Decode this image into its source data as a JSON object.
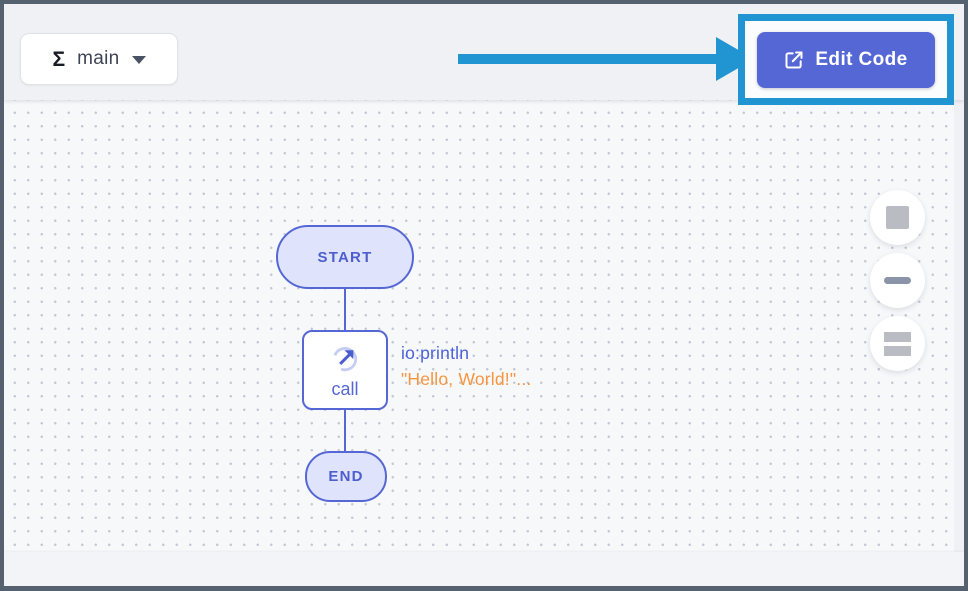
{
  "colors": {
    "accent_indigo": "#5567d5",
    "highlight_blue": "#2095d2",
    "node_fill_lavender": "#dfe3fb",
    "expression_orange": "#f7953f",
    "expression_blue": "#4c62d8",
    "topbar_bg": "#eff1f4",
    "canvas_bg": "#f7f8fa",
    "frame_border": "#55616e"
  },
  "toolbar": {
    "function_selector": {
      "sigma": "Σ",
      "label": "main",
      "caret_icon": "chevron-down-icon"
    },
    "edit_code": {
      "label": "Edit Code",
      "icon": "external-link-icon"
    }
  },
  "annotation": {
    "shape": "arrow",
    "description": "thick blue arrow pointing right at the Edit Code button",
    "color": "#2095d2"
  },
  "diagram": {
    "nodes": [
      {
        "id": "start",
        "type": "start",
        "label": "START"
      },
      {
        "id": "call",
        "type": "call",
        "label": "call",
        "icon": "call-icon",
        "expression": {
          "function": "io:println",
          "arguments": "\"Hello, World!\"..."
        }
      },
      {
        "id": "end",
        "type": "end",
        "label": "END"
      }
    ]
  },
  "canvas_controls": [
    {
      "name": "fit-to-screen",
      "icon": "square-icon"
    },
    {
      "name": "zoom-out",
      "icon": "minus-icon"
    },
    {
      "name": "toggle-panel",
      "icon": "stacked-bars-icon"
    }
  ]
}
